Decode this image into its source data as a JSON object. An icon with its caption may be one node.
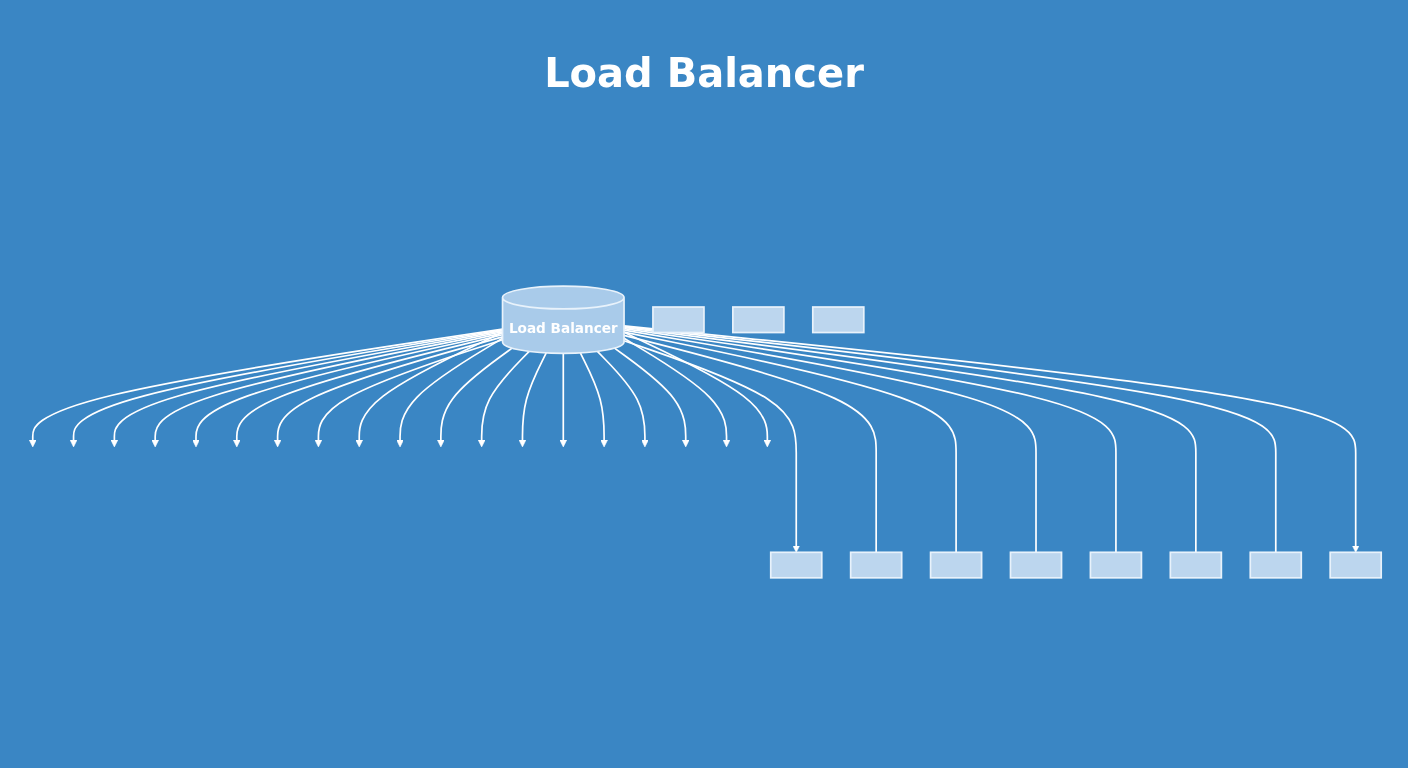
{
  "diagram": {
    "title": "Load Balancer",
    "nodes": [
      {
        "text": [
          "Load Balancer"
        ]
      },
      {
        "text": [],
        "shape": "box"
      },
      {
        "text": [],
        "shape": "box"
      },
      {
        "text": [],
        "shape": "box"
      },
      {
        "text": [],
        "shape": "box"
      },
      {
        "text": [],
        "shape": "box"
      },
      {
        "text": [],
        "shape": "box"
      },
      {
        "text": [],
        "shape": "box"
      },
      {
        "text": [],
        "shape": "box"
      },
      {
        "text": [],
        "shape": "box"
      },
      {
        "text": [],
        "shape": "box"
      },
      {
        "text": [],
        "shape": "box"
      }
    ],
    "edges": [
      {
        "from": 0,
        "to": 2,
        "arrow": "to"
      },
      {
        "from": 0,
        "to": 3,
        "arrow": "none"
      },
      {
        "from": 0,
        "to": 4,
        "arrow": "none"
      },
      {
        "from": 0,
        "to": 5,
        "arrow": "none"
      },
      {
        "from": 0,
        "to": 7,
        "arrow": "none"
      },
      {
        "from": 0,
        "to": 8,
        "arrow": "none"
      },
      {
        "from": 0,
        "to": 9,
        "arrow": "none"
      },
      {
        "from": 0,
        "to": 10,
        "arrow": "to"
      },
      {
        "from": 0,
        "to": null,
        "arrow": "to"
      },
      {
        "from": 0,
        "to": null,
        "arrow": "to"
      },
      {
        "from": 0,
        "to": null,
        "arrow": "to"
      },
      {
        "from": 0,
        "to": null,
        "arrow": "to"
      },
      {
        "from": 0,
        "to": null,
        "arrow": "to"
      },
      {
        "from": 0,
        "to": null,
        "arrow": "to"
      },
      {
        "from": 0,
        "to": null,
        "arrow": "to"
      },
      {
        "from": 0,
        "to": null,
        "arrow": "to"
      },
      {
        "from": 0,
        "to": null,
        "arrow": "to"
      },
      {
        "from": 0,
        "to": null,
        "arrow": "to"
      },
      {
        "from": 0,
        "to": null,
        "arrow": "to"
      },
      {
        "from": 0,
        "to": null,
        "arrow": "to"
      },
      {
        "from": 0,
        "to": null,
        "arrow": "to"
      },
      {
        "from": 0,
        "to": null,
        "arrow": "to"
      },
      {
        "from": 0,
        "to": null,
        "arrow": "to"
      },
      {
        "from": 0,
        "to": null,
        "arrow": "to"
      },
      {
        "from": 0,
        "to": null,
        "arrow": "to"
      },
      {
        "from": 0,
        "to": null,
        "arrow": "to"
      },
      {
        "from": 0,
        "to": null,
        "arrow": "to"
      }
    ]
  }
}
